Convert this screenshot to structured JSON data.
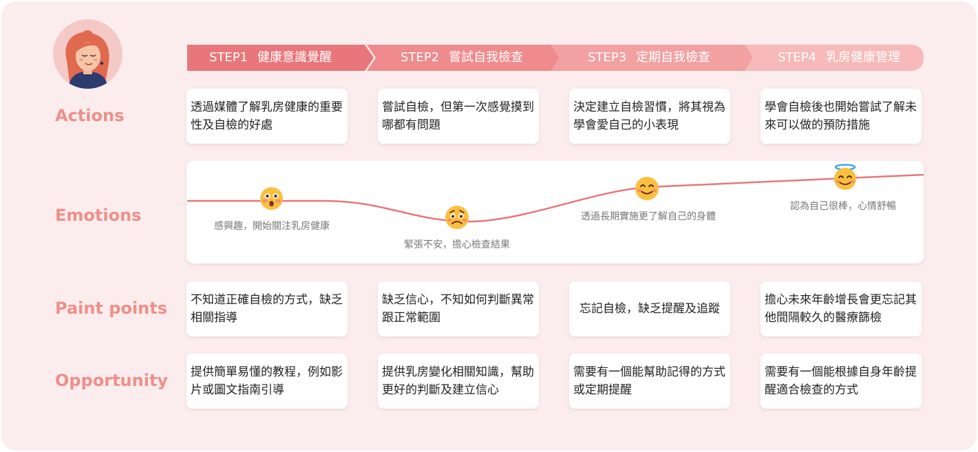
{
  "colors": {
    "background": "#fbeded",
    "label": "#ef8f8a",
    "step1": "#e8767a",
    "step2": "#ef8a8d",
    "step3": "#f2a0a1",
    "step4": "#f7b9b9",
    "curve": "#e8767a"
  },
  "avatar": {
    "icon": "woman-avatar-icon"
  },
  "rows": {
    "actions": "Actions",
    "emotions": "Emotions",
    "pain_points": "Paint points",
    "opportunity": "Opportunity"
  },
  "steps": [
    {
      "num": "STEP1",
      "title": "健康意識覺醒"
    },
    {
      "num": "STEP2",
      "title": "嘗試自我檢查"
    },
    {
      "num": "STEP3",
      "title": "定期自我檢查"
    },
    {
      "num": "STEP4",
      "title": "乳房健康管理"
    }
  ],
  "actions": [
    "透過媒體了解乳房健康的重要性及自檢的好處",
    "嘗試自檢，但第一次感覺摸到哪都有問題",
    "決定建立自檢習慣，將其視為學會愛自己的小表現",
    "學會自檢後也開始嘗試了解未來可以做的預防措施"
  ],
  "emotions": [
    {
      "label": "感興趣，開始關注乳房健康",
      "icon": "surprised-face-icon"
    },
    {
      "label": "緊張不安，擔心檢查結果",
      "icon": "worried-face-icon"
    },
    {
      "label": "透過長期實施更了解自己的身體",
      "icon": "smiling-face-icon"
    },
    {
      "label": "認為自己很棒，心情舒暢",
      "icon": "halo-face-icon"
    }
  ],
  "pain_points": [
    "不知道正確自檢的方式，缺乏相關指導",
    "缺乏信心，不知如何判斷異常跟正常範圍",
    "忘記自檢，缺乏提醒及追蹤",
    "擔心未來年齡增長會更忘記其他間隔較久的醫療篩檢"
  ],
  "opportunity": [
    "提供簡單易懂的教程，例如影片或圖文指南引導",
    "提供乳房變化相關知識，幫助更好的判斷及建立信心",
    "需要有一個能幫助記得的方式或定期提醒",
    "需要有一個能根據自身年齡提醒適合檢查的方式"
  ]
}
